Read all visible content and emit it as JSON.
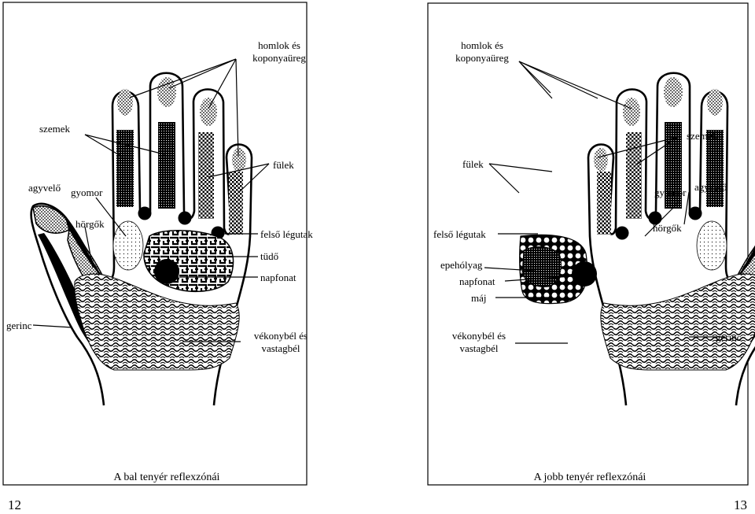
{
  "colors": {
    "ink": "#000000",
    "paper": "#ffffff"
  },
  "page_numbers": {
    "left": "12",
    "right": "13"
  },
  "panels": {
    "left": {
      "caption": "A bal tenyér reflexzónái",
      "labels": {
        "forehead_1": "homlok és",
        "forehead_2": "koponyaüreg",
        "eyes": "szemek",
        "ears": "fülek",
        "brain": "agyvelő",
        "stomach": "gyomor",
        "bronchi": "hörgők",
        "upper_airways": "felső légutak",
        "lung": "tüdő",
        "solar_plexus": "napfonat",
        "spine": "gerinc",
        "intestines_1": "vékonybél és",
        "intestines_2": "vastagbél"
      }
    },
    "right": {
      "caption": "A jobb tenyér reflexzónái",
      "labels": {
        "forehead_1": "homlok és",
        "forehead_2": "koponyaüreg",
        "eyes": "szemek",
        "ears": "fülek",
        "brain": "agyvelő",
        "stomach": "gyomor",
        "bronchi": "hörgők",
        "upper_airways": "felső légutak",
        "gallbladder": "epehólyag",
        "solar_plexus": "napfonat",
        "liver": "máj",
        "spine": "gerinc",
        "intestines_1": "vékonybél és",
        "intestines_2": "vastagbél"
      }
    }
  }
}
